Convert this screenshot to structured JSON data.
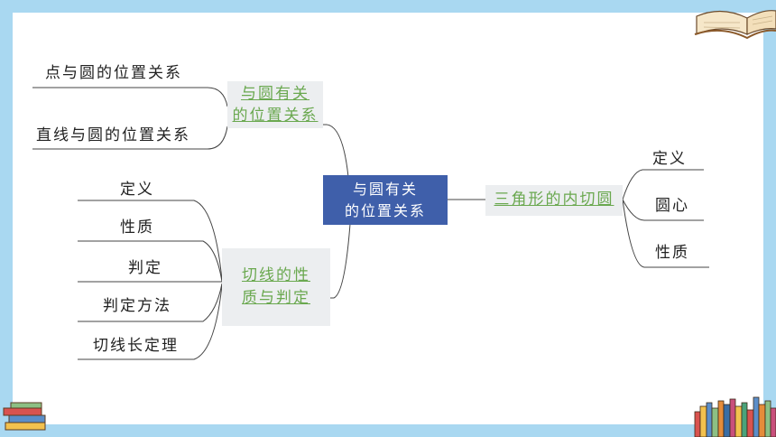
{
  "center": {
    "line1": "与圆有关",
    "line2": "的位置关系"
  },
  "branches": {
    "top_left": {
      "line1": "与圆有关",
      "line2": "的位置关系",
      "leaves": [
        "点与圆的位置关系",
        "直线与圆的位置关系"
      ]
    },
    "bottom_left": {
      "line1": "切线的性",
      "line2": "质与判定",
      "leaves": [
        "定义",
        "性质",
        "判定",
        "判定方法",
        "切线长定理"
      ]
    },
    "right": {
      "label": "三角形的内切圆",
      "leaves": [
        "定义",
        "圆心",
        "性质"
      ]
    }
  },
  "colors": {
    "frame": "#a9d8f1",
    "center_fill": "#3f5faa",
    "branch_text": "#6aa84f",
    "branch_fill": "#eceef0"
  }
}
